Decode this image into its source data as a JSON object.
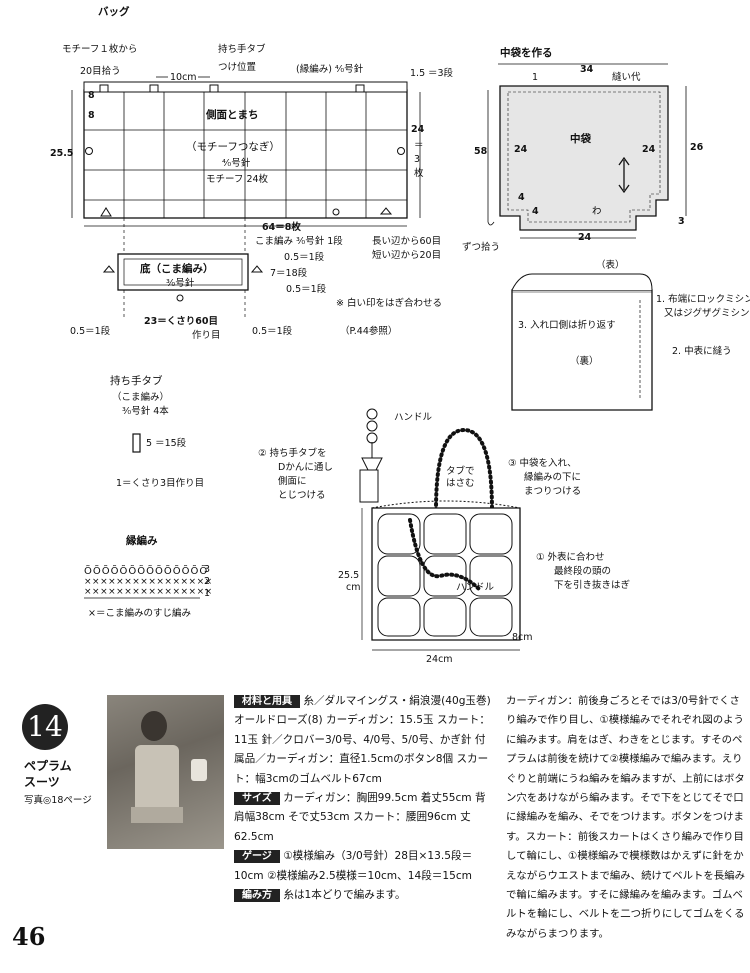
{
  "bag": {
    "title": "バッグ",
    "motif_pickup": [
      "モチーフ１枚から",
      "20目拾う"
    ],
    "tab_pos": [
      "持ち手タブ",
      "つけ位置"
    ],
    "edge_note": "(縁編み) ⁴⁄₀号針",
    "dim_15": "1.5",
    "dim_15_rows": "＝3段",
    "dim_10": "10cm",
    "side_title": "側面とまち",
    "side_note1": "（モチーフつなぎ）",
    "side_note2": "⁴⁄₀号針",
    "side_note3": "モチーフ 24枚",
    "h_255": "25.5",
    "h_24": "24",
    "h_24_rows": [
      "＝",
      "3",
      "枚"
    ],
    "mark_8a": "8",
    "mark_8b": "8",
    "width_64": "64＝8枚",
    "base_title": "底（こま編み）",
    "base_hook": "³⁄₀号針",
    "base_note1": "こま編み ³⁄₀号針 1段",
    "base_long": "長い辺から60目",
    "base_short": "短い辺から20目",
    "base_pick": "ずつ拾う",
    "row05a": "0.5＝1段",
    "row7": "7＝18段",
    "row05b": "0.5＝1段",
    "ref1": "※ 白い印をはぎ合わせる",
    "ref2": "（P.44参照）",
    "base_bottom": "23＝くさり60目",
    "base_bottom2": "作り目",
    "base_left": "0.5＝1段",
    "base_right": "0.5＝1段"
  },
  "inner": {
    "title": "中袋を作る",
    "w34": "34",
    "seam": "縫い代",
    "m1": "1",
    "h58": "58",
    "l24": "24",
    "r24": "24",
    "h26": "26",
    "label": "中袋",
    "m4a": "4",
    "m4b": "4",
    "wa": "わ",
    "b24": "24",
    "m3": "3"
  },
  "inner_sew": {
    "front": "（表）",
    "back": "（裏）",
    "step3": "3. 入れ口側は折り返す",
    "step1a": "1. 布端にロックミシン",
    "step1b": "又はジグザグミシン",
    "step2": "2. 中表に縫う"
  },
  "tab": {
    "title": "持ち手タブ",
    "sub": "（こま編み）",
    "hook": "³⁄₀号針 4本",
    "rows": "5 ＝15段",
    "chain": "1＝くさり3目作り目"
  },
  "edging": {
    "title": "縁編み",
    "legend": "×＝こま編みのすじ編み",
    "r3": "3",
    "r2": "2",
    "r1": "1"
  },
  "assembly": {
    "handle": "ハンドル",
    "step2": [
      "② 持ち手タブを",
      "Dかんに通し",
      "側面に",
      "とじつける"
    ],
    "tab_hold": [
      "タブで",
      "はさむ"
    ],
    "step3": [
      "③ 中袋を入れ、",
      "縁編みの下に",
      "まつりつける"
    ],
    "step1": [
      "① 外表に合わせ",
      "最終段の頭の",
      "下を引き抜きはぎ"
    ],
    "handle2": "ハンドル",
    "h": "25.5",
    "h_unit": "cm",
    "w": "24cm",
    "d": "8cm"
  },
  "pattern": {
    "number": "14",
    "name1": "ペプラム",
    "name2": "スーツ",
    "photo_ref": "写真◎18ページ",
    "tag_materials": "材料と用具",
    "materials": "糸／ダルマイングス・絹浪漫(40g玉巻) オールドローズ(8) カーディガン：15.5玉 スカート：11玉 針／クロバー3/0号、4/0号、5/0号、かぎ針 付属品／カーディガン：直径1.5cmのボタン8個 スカート：幅3cmのゴムベルト67cm",
    "tag_size": "サイズ",
    "size": "カーディガン：胸囲99.5cm 着丈55cm 背肩幅38cm そで丈53cm スカート：腰囲96cm 丈62.5cm",
    "tag_gauge": "ゲージ",
    "gauge": "①模様編み（3/0号針）28目×13.5段＝10cm ②模様編み2.5模様＝10cm、14段＝15cm",
    "tag_method": "編み方",
    "method": "糸は1本どりで編みます。",
    "right_text": "カーディガン：前後身ごろとそでは3/0号針でくさり編みで作り目し、①模様編みでそれぞれ図のように編みます。肩をはぎ、わきをとじます。すそのペプラムは前後を続けて②模様編みで編みます。えりぐりと前端にうね編みを編みますが、上前にはボタン穴をあけながら編みます。そで下をとじてそで口に縁編みを編み、そでをつけます。ボタンをつけます。スカート：前後スカートはくさり編みで作り目して輪にし、①模様編みで模様数はかえずに針をかえながらウエストまで編み、続けてベルトを長編みで輪に編みます。すそに縁編みを編みます。ゴムベルトを輪にし、ベルトを二つ折りにしてゴムをくるみながらまつります。",
    "page_number": "46"
  }
}
